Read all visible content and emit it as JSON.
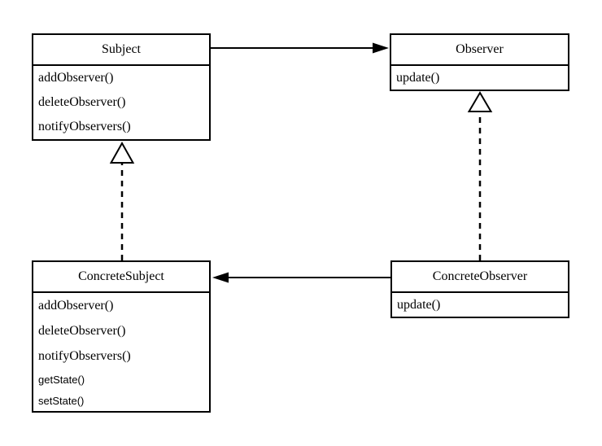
{
  "diagram": {
    "kind": "uml-class-diagram",
    "pattern": "Observer"
  },
  "classes": [
    {
      "name": "Subject",
      "methods": [
        "addObserver()",
        "deleteObserver()",
        "notifyObservers()"
      ]
    },
    {
      "name": "Observer",
      "methods": [
        "update()"
      ]
    },
    {
      "name": "ConcreteSubject",
      "methods": [
        "addObserver()",
        "deleteObserver()",
        "notifyObservers()",
        "getState()",
        "setState()"
      ]
    },
    {
      "name": "ConcreteObserver",
      "methods": [
        "update()"
      ]
    }
  ],
  "relationships": [
    {
      "from": "Subject",
      "to": "Observer",
      "line": "solid",
      "arrowhead": "filled-triangle"
    },
    {
      "from": "ConcreteObserver",
      "to": "ConcreteSubject",
      "line": "solid",
      "arrowhead": "filled-triangle"
    },
    {
      "from": "ConcreteSubject",
      "to": "Subject",
      "line": "dashed",
      "arrowhead": "hollow-triangle"
    },
    {
      "from": "ConcreteObserver",
      "to": "Observer",
      "line": "dashed",
      "arrowhead": "hollow-triangle"
    }
  ],
  "colors": {
    "line": "#000000",
    "background": "#ffffff",
    "box_fill": "#ffffff"
  }
}
